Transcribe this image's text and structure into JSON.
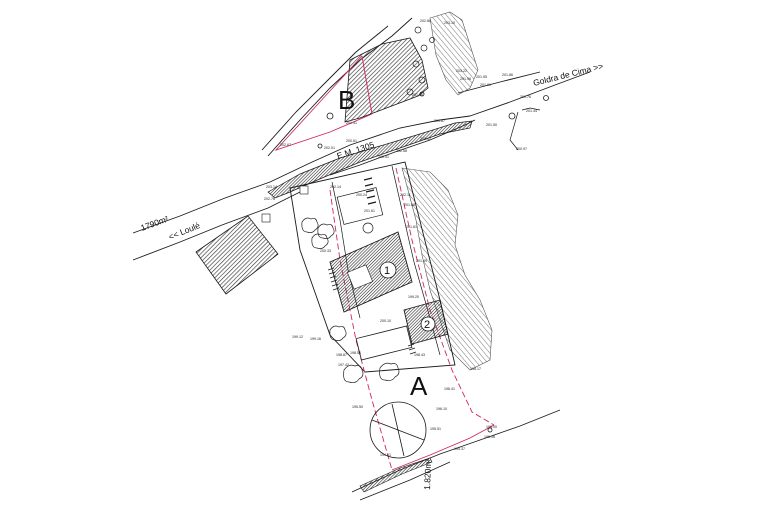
{
  "labels": {
    "zone_a": "A",
    "zone_b": "B",
    "building_1": "1",
    "building_2": "2",
    "road_em": "E.M. 1305",
    "road_goldra": "Goldra de Cima >>",
    "road_loule": "<< Loulé",
    "area_left": "1790m²",
    "area_bottom": "1.820m²"
  },
  "spot_heights": [
    {
      "id": "s1",
      "text": "202.88"
    },
    {
      "id": "s2",
      "text": "203.10"
    },
    {
      "id": "s3",
      "text": "203.22"
    },
    {
      "id": "s4",
      "text": "201.96"
    },
    {
      "id": "s5",
      "text": "201.95"
    },
    {
      "id": "s6",
      "text": "201.91"
    },
    {
      "id": "s7",
      "text": "201.86"
    },
    {
      "id": "s8",
      "text": "201.76"
    },
    {
      "id": "s9",
      "text": "201.44"
    },
    {
      "id": "s10",
      "text": "200.97"
    },
    {
      "id": "s11",
      "text": "201.50"
    },
    {
      "id": "s12",
      "text": "201.67"
    },
    {
      "id": "s13",
      "text": "201.96"
    },
    {
      "id": "s14",
      "text": "201.41"
    },
    {
      "id": "s15",
      "text": "202.67"
    },
    {
      "id": "s16",
      "text": "202.01"
    },
    {
      "id": "s17",
      "text": "200.61"
    },
    {
      "id": "s18",
      "text": "203.14"
    },
    {
      "id": "s19",
      "text": "202.76"
    },
    {
      "id": "s20",
      "text": "202.14"
    },
    {
      "id": "s21",
      "text": "200.51"
    },
    {
      "id": "s22",
      "text": "202.58"
    },
    {
      "id": "s23",
      "text": "202.42"
    },
    {
      "id": "s24",
      "text": "200.24"
    },
    {
      "id": "s25",
      "text": "202.11"
    },
    {
      "id": "s26",
      "text": "201.88"
    },
    {
      "id": "s27",
      "text": "201.61"
    },
    {
      "id": "s28",
      "text": "201.61"
    },
    {
      "id": "s29",
      "text": "200.33"
    },
    {
      "id": "s30",
      "text": "201.49"
    },
    {
      "id": "s31",
      "text": "200.10"
    },
    {
      "id": "s32",
      "text": "199.20"
    },
    {
      "id": "s33",
      "text": "199.12"
    },
    {
      "id": "s34",
      "text": "199.16"
    },
    {
      "id": "s35",
      "text": "198.50"
    },
    {
      "id": "s36",
      "text": "198.43"
    },
    {
      "id": "s37",
      "text": "198.87"
    },
    {
      "id": "s38",
      "text": "197.42"
    },
    {
      "id": "s39",
      "text": "198.17"
    },
    {
      "id": "s40",
      "text": "196.41"
    },
    {
      "id": "s41",
      "text": "195.50"
    },
    {
      "id": "s42",
      "text": "196.10"
    },
    {
      "id": "s43",
      "text": "195.51"
    },
    {
      "id": "s44",
      "text": "194.51"
    },
    {
      "id": "s45",
      "text": "195.37"
    },
    {
      "id": "s46",
      "text": "196.00"
    },
    {
      "id": "s47",
      "text": "196.36"
    }
  ],
  "colors": {
    "line": "#1a1a1a",
    "boundary": "#d0285a",
    "hatch": "#3a3a3a"
  }
}
